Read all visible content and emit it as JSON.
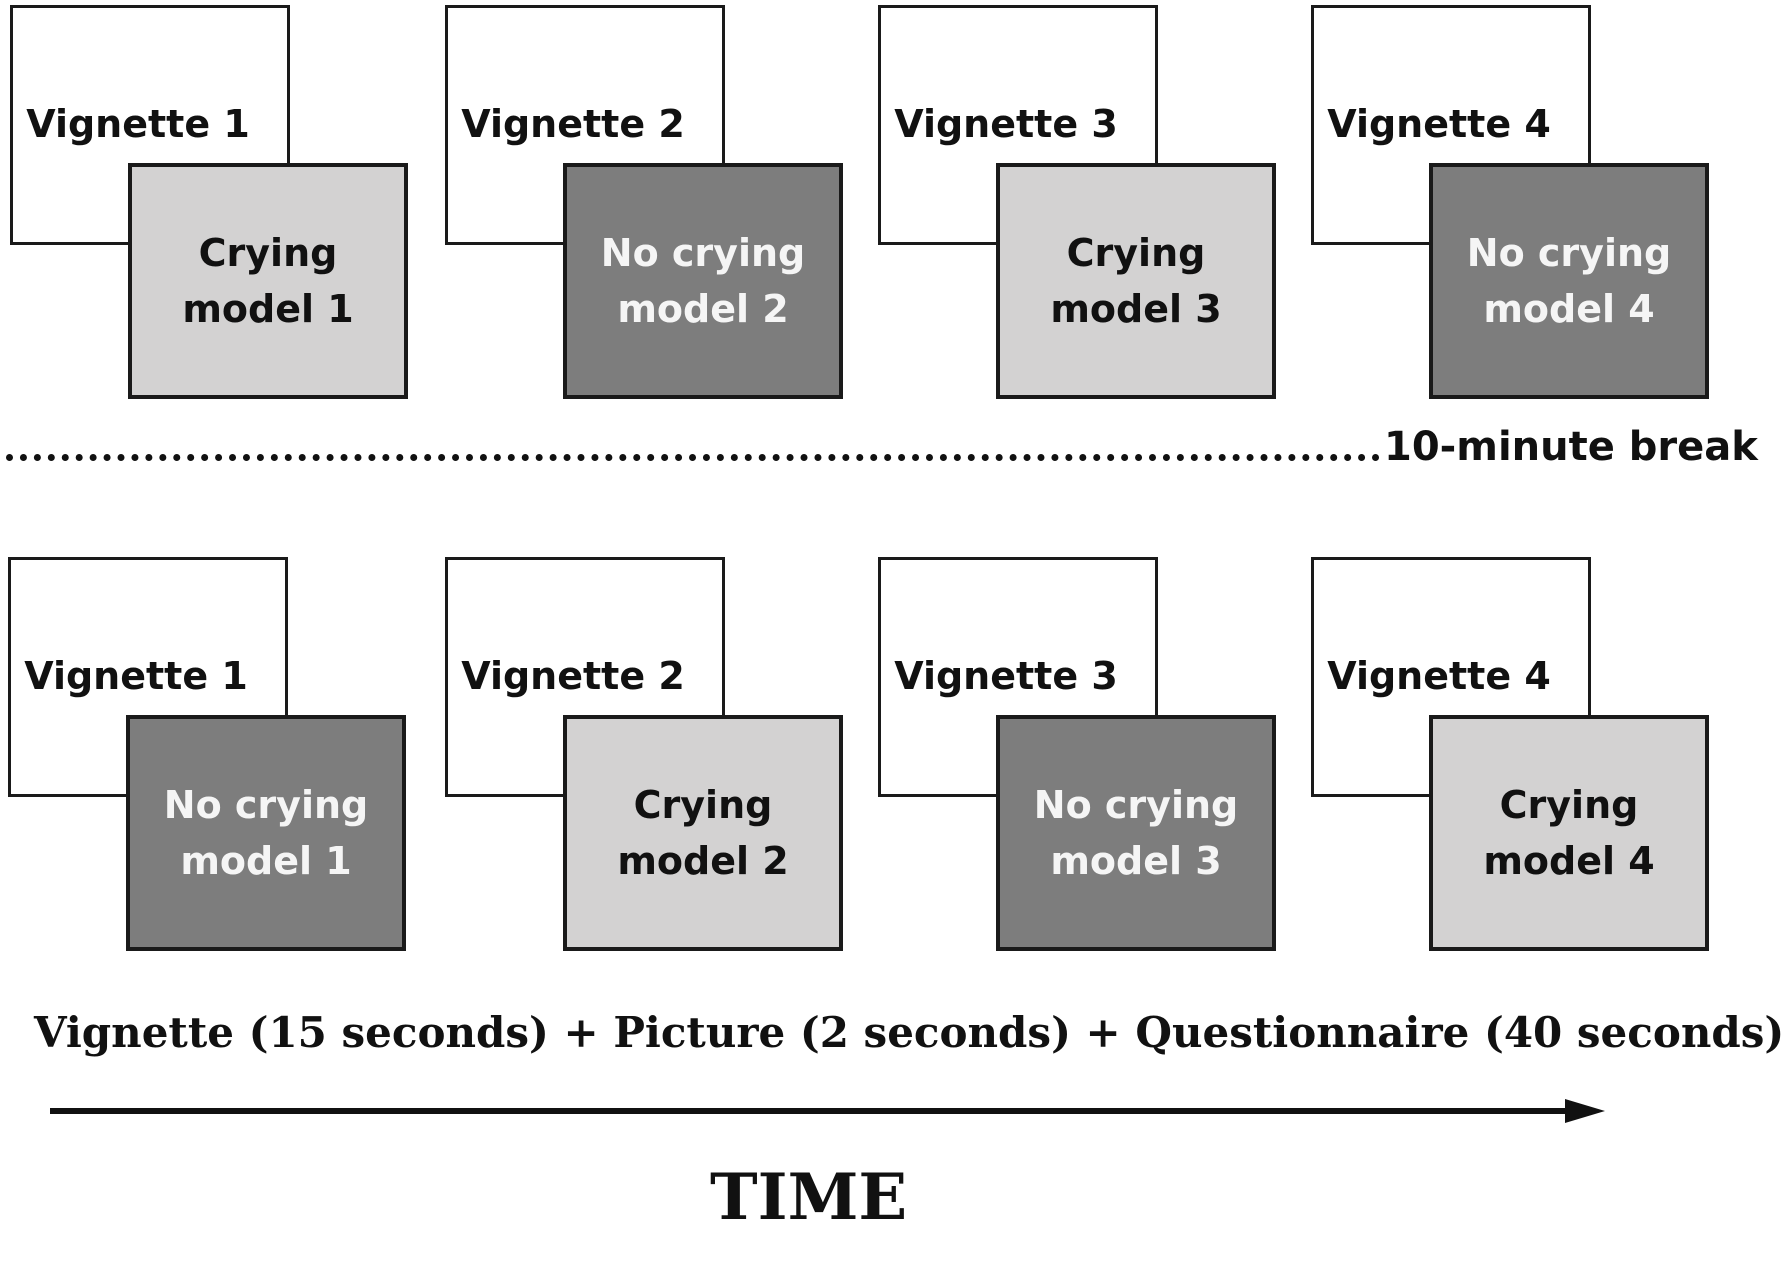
{
  "block1": [
    {
      "vignette": "Vignette 1",
      "picture_line1": "Crying",
      "picture_line2": "model 1",
      "condition": "crying"
    },
    {
      "vignette": "Vignette 2",
      "picture_line1": "No crying",
      "picture_line2": "model 2",
      "condition": "nocrying"
    },
    {
      "vignette": "Vignette 3",
      "picture_line1": "Crying",
      "picture_line2": "model 3",
      "condition": "crying"
    },
    {
      "vignette": "Vignette 4",
      "picture_line1": "No crying",
      "picture_line2": "model 4",
      "condition": "nocrying"
    }
  ],
  "break_label": "10-minute break",
  "block2": [
    {
      "vignette": "Vignette 1",
      "picture_line1": "No crying",
      "picture_line2": "model 1",
      "condition": "nocrying"
    },
    {
      "vignette": "Vignette 2",
      "picture_line1": "Crying",
      "picture_line2": "model 2",
      "condition": "crying"
    },
    {
      "vignette": "Vignette 3",
      "picture_line1": "No crying",
      "picture_line2": "model 3",
      "condition": "nocrying"
    },
    {
      "vignette": "Vignette 4",
      "picture_line1": "Crying",
      "picture_line2": "model 4",
      "condition": "crying"
    }
  ],
  "formula": "Vignette (15 seconds) + Picture (2 seconds) + Questionnaire (40 seconds)",
  "time_label": "TIME",
  "colors": {
    "crying": "#d3d2d2",
    "nocrying": "#7d7d7d"
  }
}
